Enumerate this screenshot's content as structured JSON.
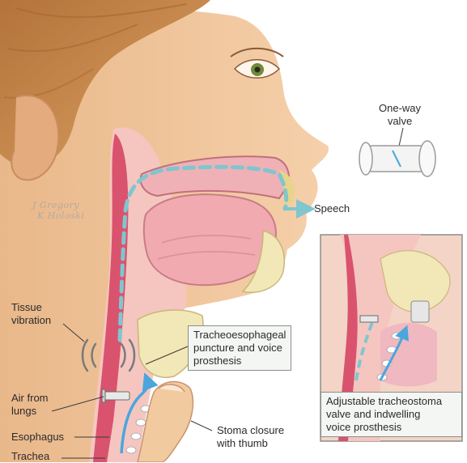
{
  "signature": {
    "line1": "J Gregory",
    "line2": "K Holoski"
  },
  "labels": {
    "one_way_valve": {
      "line1": "One-way",
      "line2": "valve"
    },
    "speech": "Speech",
    "tissue_vibration": {
      "line1": "Tissue",
      "line2": "vibration"
    },
    "te_puncture": {
      "line1": "Tracheoesophageal",
      "line2": "puncture and voice",
      "line3": "prosthesis"
    },
    "air_from_lungs": {
      "line1": "Air from",
      "line2": "lungs"
    },
    "esophagus": "Esophagus",
    "trachea": "Trachea",
    "stoma_closure": {
      "line1": "Stoma closure",
      "line2": "with thumb"
    },
    "inset_caption": {
      "line1": "Adjustable tracheostoma",
      "line2": "valve and indwelling",
      "line3": "voice prosthesis"
    }
  },
  "colors": {
    "skin": "#f0c49a",
    "skin_shadow": "#dca87d",
    "hair": "#c98a4a",
    "tissue_pink": "#e99aa6",
    "tongue": "#f0aab0",
    "airflow": "#7fc6cf",
    "airflow_blue": "#4aa6dd",
    "bone": "#f2e7b6",
    "inset_border": "#8a8f8a"
  },
  "icons": [
    "vibration-arcs-icon",
    "airflow-arrow-icon",
    "one-way-valve-icon"
  ]
}
